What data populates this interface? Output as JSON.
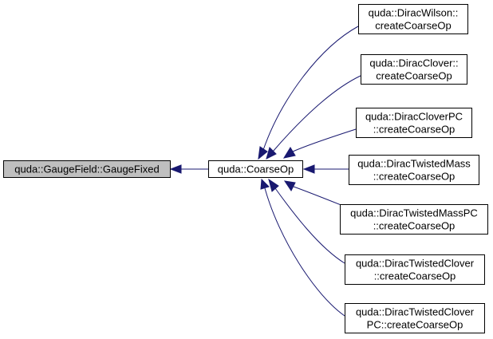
{
  "graph": {
    "root": {
      "lines": [
        "quda::GaugeField::GaugeFixed"
      ]
    },
    "hub": {
      "lines": [
        "quda::CoarseOp"
      ]
    },
    "callers": [
      {
        "lines": [
          "quda::DiracWilson::",
          "createCoarseOp"
        ]
      },
      {
        "lines": [
          "quda::DiracClover::",
          "createCoarseOp"
        ]
      },
      {
        "lines": [
          "quda::DiracCloverPC",
          "::createCoarseOp"
        ]
      },
      {
        "lines": [
          "quda::DiracTwistedMass",
          "::createCoarseOp"
        ]
      },
      {
        "lines": [
          "quda::DiracTwistedMassPC",
          "::createCoarseOp"
        ]
      },
      {
        "lines": [
          "quda::DiracTwistedClover",
          "::createCoarseOp"
        ]
      },
      {
        "lines": [
          "quda::DiracTwistedClover",
          "PC::createCoarseOp"
        ]
      }
    ]
  }
}
